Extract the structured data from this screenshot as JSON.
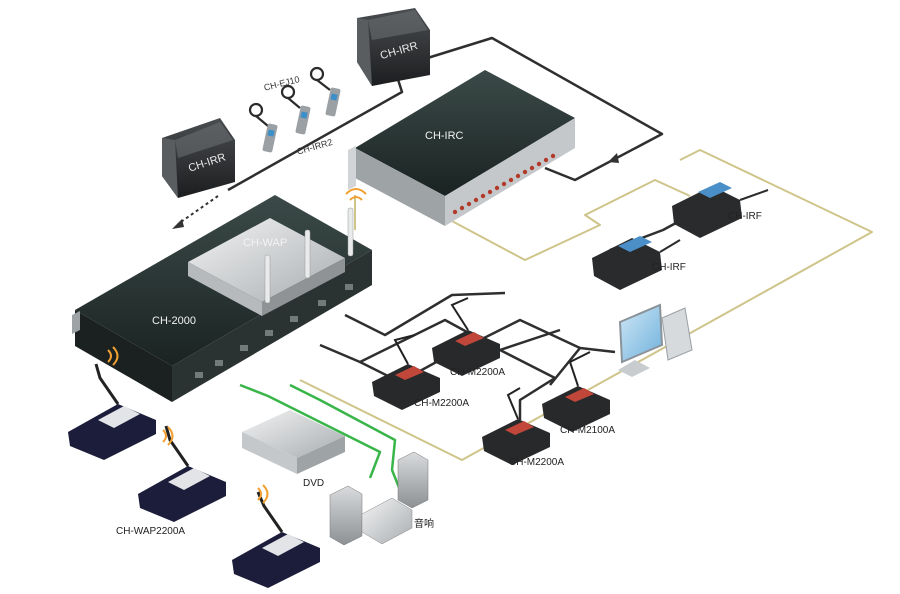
{
  "devices": {
    "ch2000": "CH-2000",
    "chwap": "CH-WAP",
    "chirc": "CH-IRC",
    "chirr_left": "CH-IRR",
    "chirr_top": "CH-IRR",
    "chirf_1": "CH-IRF",
    "chirf_2": "CH-IRF",
    "chej10": "CH-EJ10",
    "chirr2": "CH-IRR2",
    "m2200a_1": "CH-M2200A",
    "m2200a_2": "CH-M2200A",
    "m2200a_3": "CH-M2200A",
    "m2100a": "CH-M2100A",
    "wap2200a": "CH-WAP2200A",
    "dvd": "DVD",
    "audio": "音响"
  },
  "colors": {
    "cable_dark": "#2f2f2f",
    "cable_beige": "#cfc48a",
    "cable_green": "#39b54a",
    "unit_dark": "#1f2a2a",
    "unit_silver": "#c9ccce",
    "wifi_orange": "#f0a030"
  }
}
